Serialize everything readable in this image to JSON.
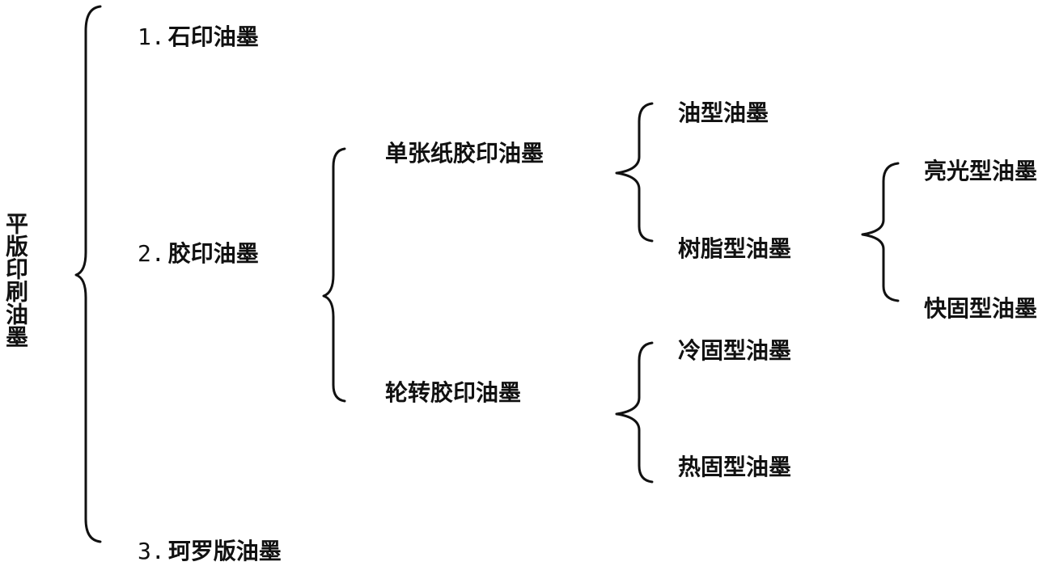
{
  "root": {
    "label": "平版印刷油墨"
  },
  "level1": [
    {
      "number": "1.",
      "label": "石印油墨"
    },
    {
      "number": "2.",
      "label": "胶印油墨"
    },
    {
      "number": "3.",
      "label": "珂罗版油墨"
    }
  ],
  "level2": [
    {
      "label": "单张纸胶印油墨"
    },
    {
      "label": "轮转胶印油墨"
    }
  ],
  "level3_sheet": [
    {
      "label": "油型油墨"
    },
    {
      "label": "树脂型油墨"
    }
  ],
  "level3_web": [
    {
      "label": "冷固型油墨"
    },
    {
      "label": "热固型油墨"
    }
  ],
  "level4_resin": [
    {
      "label": "亮光型油墨"
    },
    {
      "label": "快固型油墨"
    }
  ]
}
